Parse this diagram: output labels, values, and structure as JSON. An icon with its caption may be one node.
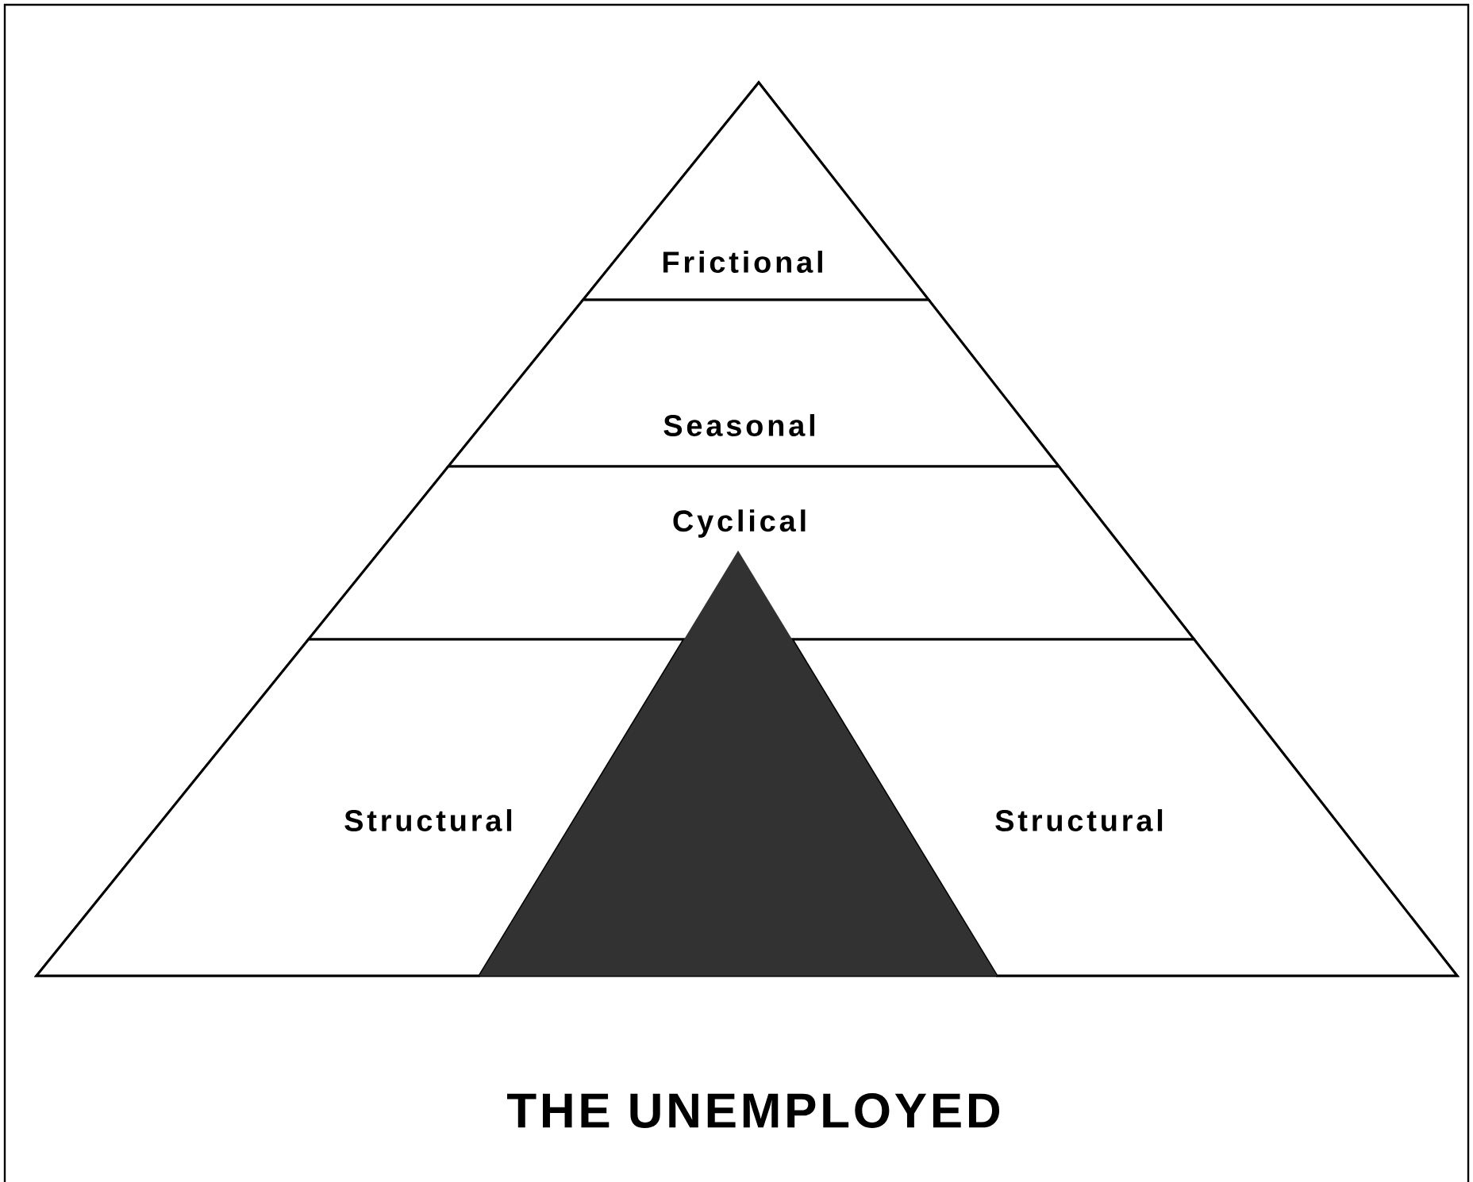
{
  "diagram": {
    "title": "THE UNEMPLOYED",
    "nodes": [
      {
        "text": [
          "Frictional"
        ]
      },
      {
        "text": [
          "Seasonal"
        ]
      },
      {
        "text": [
          "Cyclical"
        ]
      },
      {
        "text": [
          "Structural"
        ]
      },
      {
        "text": [
          "Structural"
        ]
      },
      {
        "text": [],
        "shape": "triangle"
      }
    ]
  }
}
